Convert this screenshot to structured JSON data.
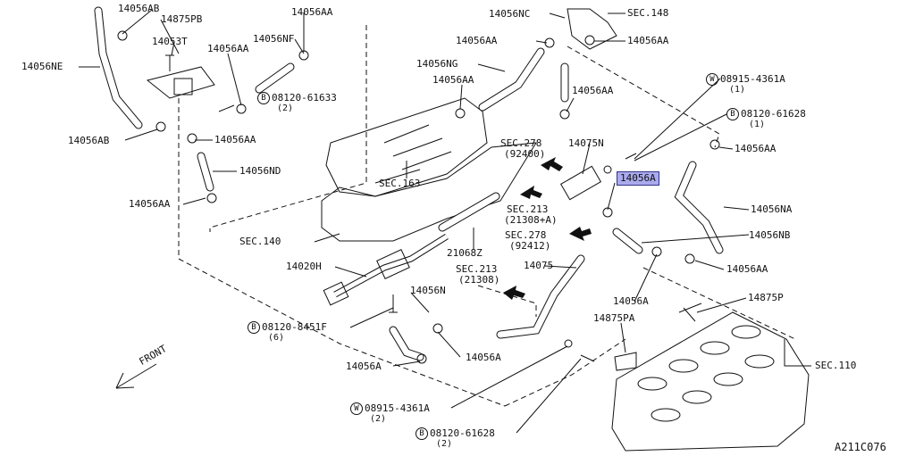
{
  "labels": {
    "p14056AB_top": "14056AB",
    "p14875PB": "14875PB",
    "p14053T": "14053T",
    "p14056AA_a": "14056AA",
    "p14056NF": "14056NF",
    "p14056AA_b": "14056AA",
    "p14056NC": "14056NC",
    "sec148": "SEC.148",
    "p14056AA_c": "14056AA",
    "p14056AA_d": "14056AA",
    "p14056NE": "14056NE",
    "p14056NG": "14056NG",
    "p14056AA_e": "14056AA",
    "p14056AA_f": "14056AA",
    "w08915_top_num": "08915-4361A",
    "w08915_top_qty": "(1)",
    "b08120_61633_num": "08120-61633",
    "b08120_61633_qty": "(2)",
    "b08120_61628_top_num": "08120-61628",
    "b08120_61628_top_qty": "(1)",
    "p14056AB_left": "14056AB",
    "p14056AA_g": "14056AA",
    "sec278_top": "SEC.278",
    "sec278_top_sub": "(92400)",
    "p14075N": "14075N",
    "p14056AA_h": "14056AA",
    "p14056ND": "14056ND",
    "p14056A_hl": "14056A",
    "sec163": "SEC.163",
    "p14056AA_i": "14056AA",
    "sec213_top": "SEC.213",
    "sec213_top_sub": "(21308+A)",
    "p14056NA": "14056NA",
    "sec278_mid": "SEC.278",
    "sec278_mid_sub": "(92412)",
    "p14056NB": "14056NB",
    "sec140": "SEC.140",
    "p21068Z": "21068Z",
    "p14020H": "14020H",
    "sec213_mid": "SEC.213",
    "sec213_mid_sub": "(21308)",
    "p14075": "14075",
    "p14056AA_j": "14056AA",
    "p14056N": "14056N",
    "p14056A_mid": "14056A",
    "p14875P": "14875P",
    "b08120_8451F_num": "08120-8451F",
    "b08120_8451F_qty": "(6)",
    "p14875PA": "14875PA",
    "p14056A_left": "14056A",
    "p14056A_low": "14056A",
    "sec110": "SEC.110",
    "front": "FRONT",
    "w08915_bot_num": "08915-4361A",
    "w08915_bot_qty": "(2)",
    "b08120_61628_bot_num": "08120-61628",
    "b08120_61628_bot_qty": "(2)",
    "diagram_code": "A211C076",
    "prefix_w": "W",
    "prefix_b": "B"
  },
  "colors": {
    "line": "#111111",
    "highlight": "#aaaaee"
  }
}
